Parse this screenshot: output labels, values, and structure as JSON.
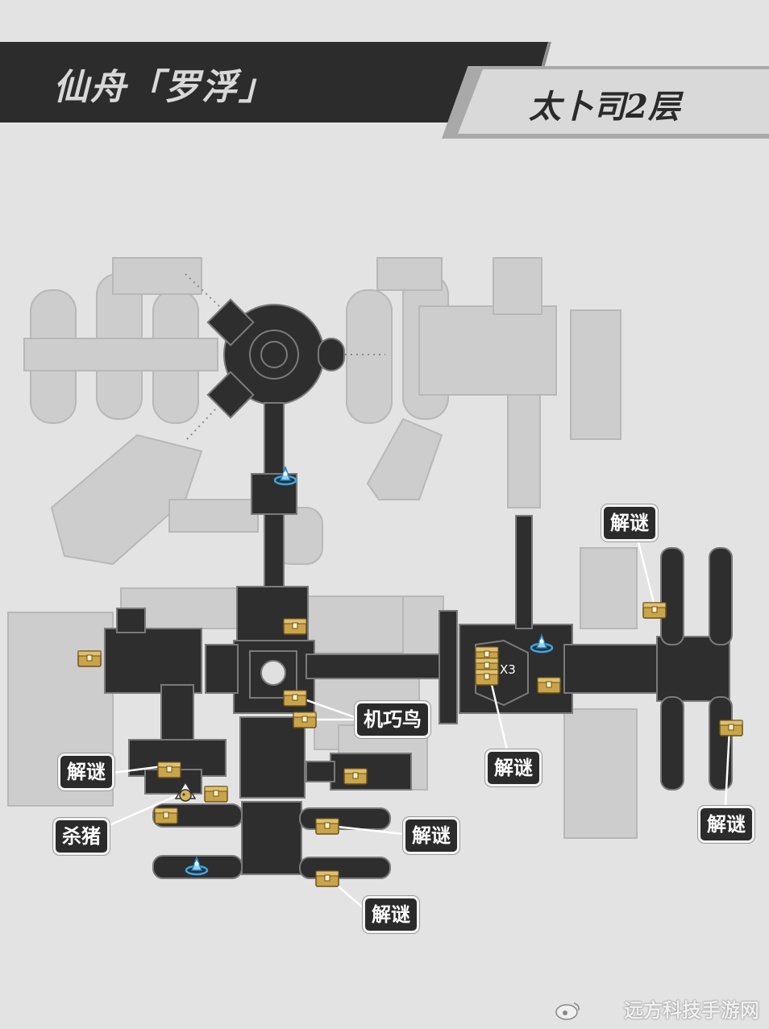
{
  "header": {
    "region": "仙舟「罗浮」",
    "floor": "太卜司2层"
  },
  "labels": {
    "puzzle": "解谜",
    "jiqiaoniao": "机巧鸟",
    "kill_pig": "杀猪",
    "chest_count": "X3"
  },
  "watermark": "远方科技手游网",
  "colors": {
    "background": "#e3e3e3",
    "walkable": "#2e2e2e",
    "inactive": "#c8c8c8",
    "chest": "#c9a44a",
    "teleport": "#3aa6e8",
    "label_bg": "#2b2b2b"
  },
  "icons": [
    "chest-icon",
    "teleport-anchor-icon",
    "pig-icon",
    "logo-icon"
  ]
}
